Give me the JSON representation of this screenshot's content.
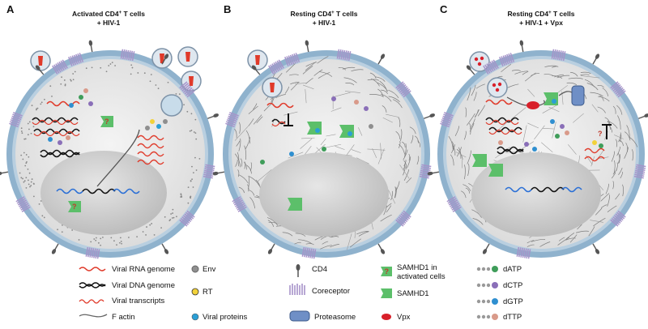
{
  "panels": [
    {
      "letter": "A",
      "title_line1": "Activated CD4",
      "sup": "+",
      "title_line1_tail": " T cells",
      "title_line2": "+ HIV-1"
    },
    {
      "letter": "B",
      "title_line1": "Resting CD4",
      "sup": "+",
      "title_line1_tail": " T cells",
      "title_line2": "+ HIV-1"
    },
    {
      "letter": "C",
      "title_line1": "Resting CD4",
      "sup": "+",
      "title_line1_tail": " T cells",
      "title_line2": "+ HIV-1 + Vpx"
    }
  ],
  "question_mark": "?",
  "legend": {
    "viral_rna": "Viral RNA genome",
    "viral_dna": "Viral DNA genome",
    "viral_transcripts": "Viral transcripts",
    "f_actin": "F actin",
    "env": "Env",
    "rt": "RT",
    "viral_proteins": "Viral proteins",
    "cd4": "CD4",
    "coreceptor": "Coreceptor",
    "proteasome": "Proteasome",
    "samhd1_activated_line1": "SAMHD1 in",
    "samhd1_activated_line2": "activated cells",
    "samhd1": "SAMHD1",
    "vpx": "Vpx",
    "datp": "dATP",
    "dctp": "dCTP",
    "dgtp": "dGTP",
    "dttp": "dTTP"
  },
  "colors": {
    "membrane_blue": "#7fa6c4",
    "cytoplasm_grey": "#e9e9e9",
    "nucleus_grey": "#d2d2d2",
    "viral_rna_red": "#e03a2a",
    "coreceptor_purple": "#a693c9",
    "samhd1_green": "#5cbf6a",
    "proteasome_blue": "#6f8fc6",
    "vpx_red": "#d8202a",
    "rt_yellow": "#f2d23a",
    "viral_protein_blue": "#2a9fd6",
    "datp_green": "#3f9d5a",
    "dctp_purple": "#8a6fb8",
    "dgtp_blue": "#2f8fd0",
    "dttp_pink": "#d99a8a"
  }
}
